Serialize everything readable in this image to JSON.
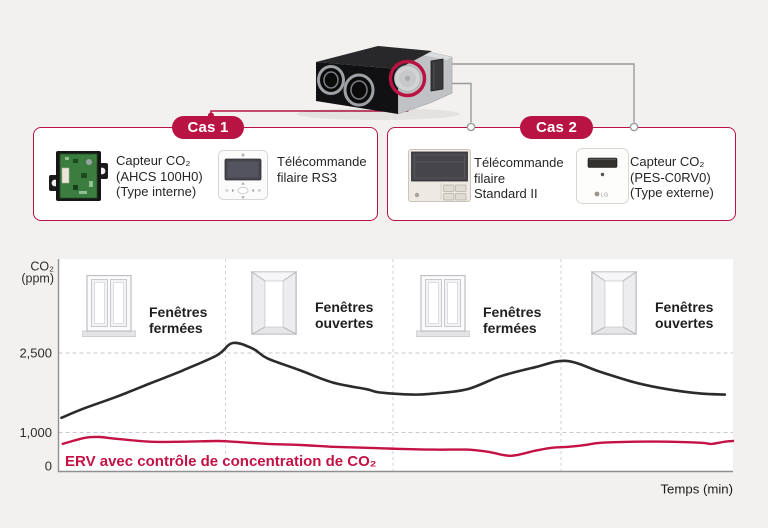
{
  "accent_color": "#b81342",
  "diagram": {
    "case1": {
      "badge": "Cas 1",
      "sensor": {
        "l1": "Capteur CO₂",
        "l2": "(AHCS 100H0)",
        "l3": "(Type interne)"
      },
      "remote": {
        "l1": "Télécommande",
        "l2": "filaire RS3"
      }
    },
    "case2": {
      "badge": "Cas 2",
      "remote": {
        "l1": "Télécommande",
        "l2": "filaire",
        "l3": "Standard II"
      },
      "sensor": {
        "l1": "Capteur CO₂",
        "l2": "(PES-C0RV0)",
        "l3": "(Type externe)"
      }
    }
  },
  "chart_data": {
    "type": "line",
    "ylabel_line1": "CO₂",
    "ylabel_line2": "(ppm)",
    "xlabel": "Temps (min)",
    "yticks": [
      {
        "label": "2,500",
        "ppm": 2500
      },
      {
        "label": "1,000",
        "ppm": 1000
      },
      {
        "label": "0",
        "ppm": 0
      }
    ],
    "ylim": [
      0,
      3100
    ],
    "grid": "dashed horizontal gridlines at 1,000 and 2,500 ppm; dashed vertical separators between zones",
    "legend": "ERV avec contrôle de concentration de CO₂",
    "legend_position": "bottom-left-inside",
    "zones": [
      {
        "label": "Fenêtres fermées",
        "window": "closed"
      },
      {
        "label": "Fenêtres ouvertes",
        "window": "open"
      },
      {
        "label": "Fenêtres fermées",
        "window": "closed"
      },
      {
        "label": "Fenêtres ouvertes",
        "window": "open"
      }
    ],
    "x_unit": "percent of timeline (min, unlabeled)",
    "series": [
      {
        "label": "",
        "color": "#2b2b2b",
        "points": [
          [
            0.5,
            1270
          ],
          [
            3.7,
            1440
          ],
          [
            8.7,
            1670
          ],
          [
            13.6,
            1920
          ],
          [
            18.5,
            2170
          ],
          [
            23.6,
            2460
          ],
          [
            25.9,
            2690
          ],
          [
            28.9,
            2580
          ],
          [
            31,
            2400
          ],
          [
            35.9,
            2170
          ],
          [
            40.7,
            1940
          ],
          [
            45.8,
            1810
          ],
          [
            47.7,
            1750
          ],
          [
            52.6,
            1710
          ],
          [
            55.6,
            1730
          ],
          [
            60.6,
            1810
          ],
          [
            65.6,
            2060
          ],
          [
            70.7,
            2230
          ],
          [
            75.3,
            2350
          ],
          [
            80.4,
            2140
          ],
          [
            85.5,
            1940
          ],
          [
            90.4,
            1810
          ],
          [
            95.3,
            1730
          ],
          [
            98.8,
            1710
          ]
        ]
      },
      {
        "label": "ERV avec contrôle de concentration de CO₂",
        "color": "#c41245",
        "points": [
          [
            0.7,
            670
          ],
          [
            4,
            840
          ],
          [
            6.2,
            860
          ],
          [
            8.7,
            810
          ],
          [
            13.6,
            730
          ],
          [
            18.5,
            730
          ],
          [
            23.6,
            750
          ],
          [
            25.9,
            730
          ],
          [
            31,
            670
          ],
          [
            35.9,
            640
          ],
          [
            40.7,
            590
          ],
          [
            45.8,
            560
          ],
          [
            50.7,
            530
          ],
          [
            55.6,
            510
          ],
          [
            60.6,
            510
          ],
          [
            63.7,
            450
          ],
          [
            67.1,
            340
          ],
          [
            70.7,
            480
          ],
          [
            73.1,
            560
          ],
          [
            75.6,
            590
          ],
          [
            78.1,
            640
          ],
          [
            80.4,
            700
          ],
          [
            85.5,
            730
          ],
          [
            90.4,
            730
          ],
          [
            95.3,
            700
          ],
          [
            96.8,
            670
          ],
          [
            98.8,
            730
          ],
          [
            100,
            750
          ]
        ]
      }
    ]
  }
}
